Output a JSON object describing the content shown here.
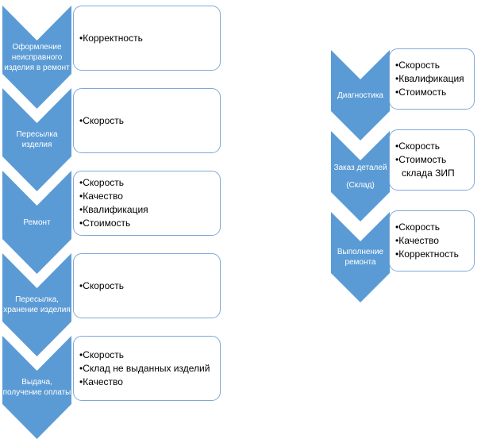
{
  "diagram": {
    "style": {
      "chevron_fill": "#5B9BD5",
      "box_border_color": "#7FA9D9",
      "label_text_color": "#FFFFFF",
      "bullet_text_color": "#000000",
      "background_color": "#FFFFFF"
    },
    "left_column": {
      "steps": [
        {
          "label_lines": [
            "Оформление",
            "неисправного",
            "изделия в ремонт"
          ],
          "bullets": [
            "Корректность"
          ]
        },
        {
          "label_lines": [
            "Пересылка",
            "изделия"
          ],
          "bullets": [
            "Скорость"
          ]
        },
        {
          "label_lines": [
            "Ремонт"
          ],
          "bullets": [
            "Скорость",
            "Качество",
            "Квалификация",
            "Стоимость"
          ]
        },
        {
          "label_lines": [
            "Пересылка,",
            "хранение изделия"
          ],
          "bullets": [
            "Скорость"
          ]
        },
        {
          "label_lines": [
            "Выдача,",
            "получение оплаты"
          ],
          "bullets": [
            "Скорость",
            "Склад не выданных изделий",
            "Качество"
          ]
        }
      ]
    },
    "right_column": {
      "steps": [
        {
          "label_lines": [
            "Диагностика"
          ],
          "bullets": [
            "Скорость",
            "Квалификация",
            "Стоимость"
          ]
        },
        {
          "label_lines": [
            "Заказ деталей",
            "",
            "(Склад)"
          ],
          "bullets": [
            "Скорость",
            "Стоимость склада ЗИП"
          ]
        },
        {
          "label_lines": [
            "Выполнение",
            "ремонта"
          ],
          "bullets": [
            "Скорость",
            "Качество",
            "Корректность"
          ]
        }
      ]
    }
  }
}
